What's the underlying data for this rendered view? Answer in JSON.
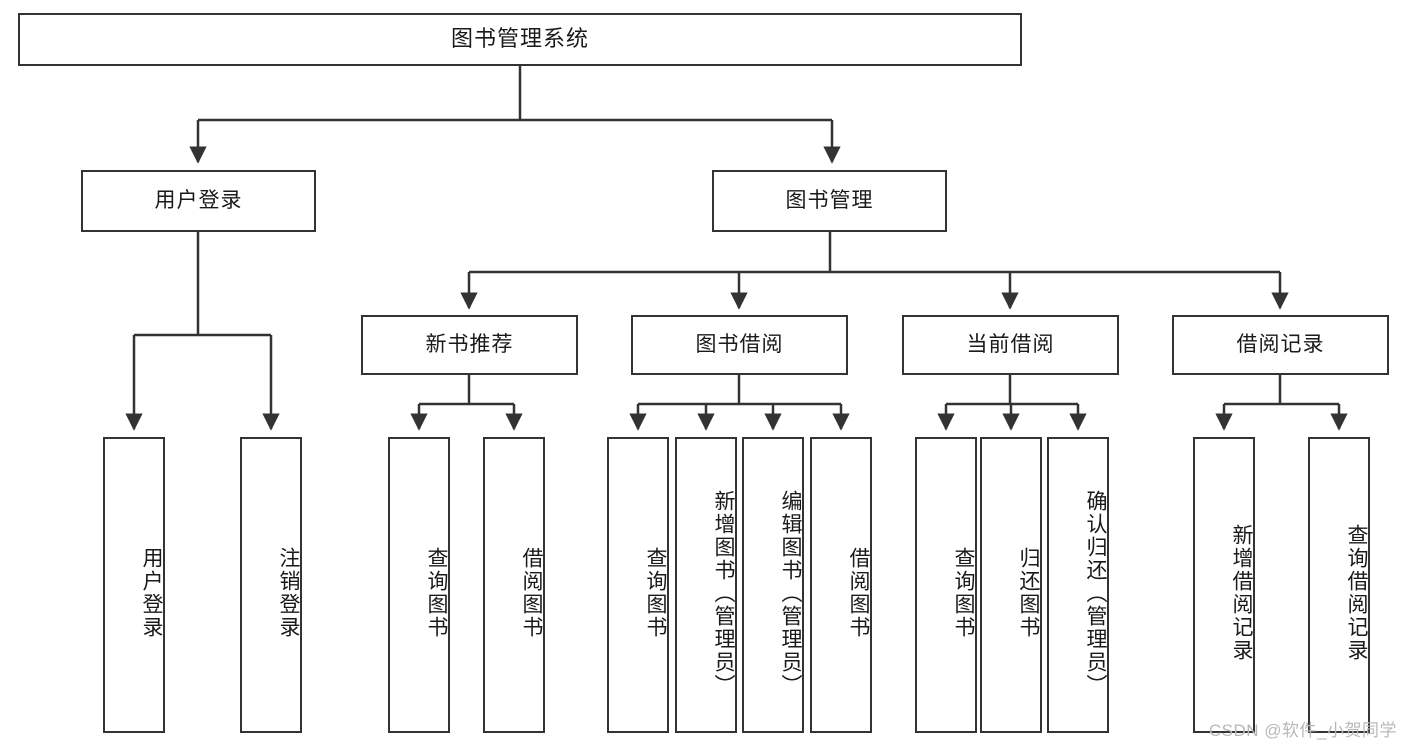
{
  "diagram": {
    "title": "图书管理系统",
    "watermark": "CSDN @软件_小贺同学",
    "type": "tree-hierarchy-diagram",
    "colors": {
      "box_border": "#333333",
      "box_fill": "#ffffff",
      "connector": "#333333",
      "text": "#1a1a1a",
      "watermark": "#b8b8b8"
    },
    "root": {
      "label": "图书管理系统"
    },
    "level2": [
      {
        "label": "用户登录"
      },
      {
        "label": "图书管理"
      }
    ],
    "level3": [
      {
        "label": "新书推荐"
      },
      {
        "label": "图书借阅"
      },
      {
        "label": "当前借阅"
      },
      {
        "label": "借阅记录"
      }
    ],
    "leaves": {
      "user_login": [
        {
          "label": "用户登录"
        },
        {
          "label": "注销登录"
        }
      ],
      "new_book_recommend": [
        {
          "label": "查询图书"
        },
        {
          "label": "借阅图书"
        }
      ],
      "book_borrow": [
        {
          "label": "查询图书"
        },
        {
          "label": "新增图书（管理员）"
        },
        {
          "label": "编辑图书（管理员）"
        },
        {
          "label": "借阅图书"
        }
      ],
      "current_borrow": [
        {
          "label": "查询图书"
        },
        {
          "label": "归还图书"
        },
        {
          "label": "确认归还（管理员）"
        }
      ],
      "borrow_record": [
        {
          "label": "新增借阅记录"
        },
        {
          "label": "查询借阅记录"
        }
      ]
    }
  }
}
